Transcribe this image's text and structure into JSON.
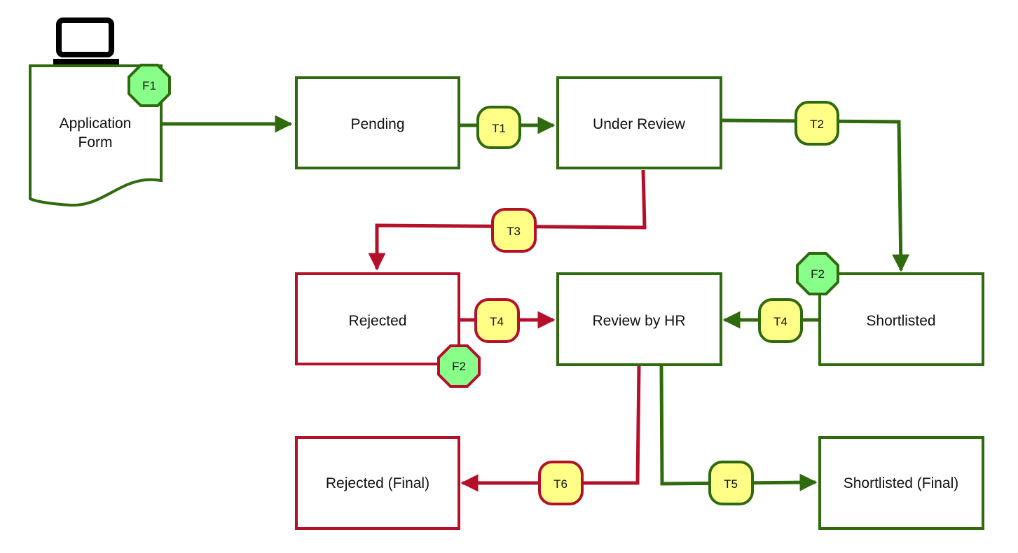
{
  "colors": {
    "green": "#2F6B0E",
    "red": "#B5102A",
    "tag_fill": "#FFFF88",
    "flag_fill": "#88FF88",
    "icon": "#000000"
  },
  "icons": {
    "computer": "laptop-icon"
  },
  "nodes": {
    "application_form": {
      "line1": "Application",
      "line2": "Form"
    },
    "pending": "Pending",
    "under_review": "Under Review",
    "rejected": "Rejected",
    "review_by_hr": "Review by HR",
    "shortlisted": "Shortlisted",
    "rejected_final": "Rejected (Final)",
    "shortlisted_final": "Shortlisted (Final)"
  },
  "flags": {
    "form": "F1",
    "shortlisted": "F2",
    "rejected": "F2"
  },
  "transitions": {
    "pending_to_review": "T1",
    "review_to_shortlisted": "T2",
    "review_to_rejected": "T3",
    "rejected_to_hr": "T4",
    "shortlisted_to_hr": "T4",
    "hr_to_shortlisted_final": "T5",
    "hr_to_rejected_final": "T6"
  }
}
